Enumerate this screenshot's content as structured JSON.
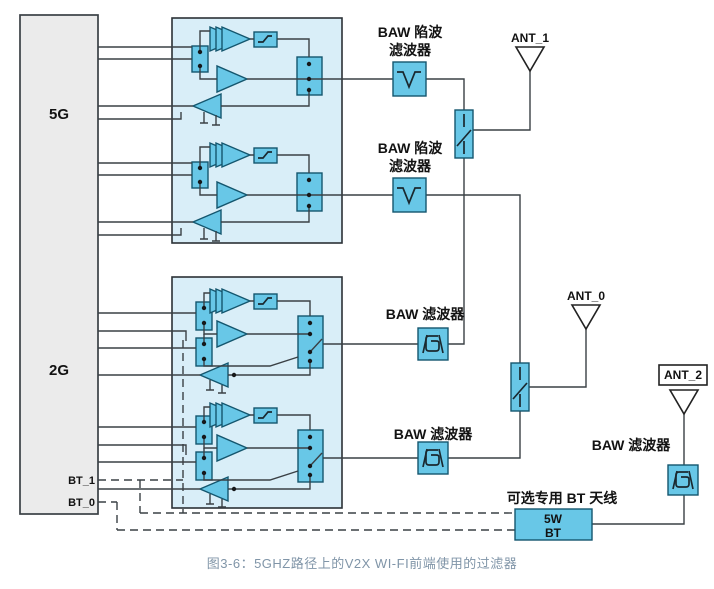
{
  "title": "RF front-end filter block diagram",
  "colors": {
    "component": "#68c7e7",
    "block": "#d9eef8",
    "chip": "#ebebeb",
    "wire": "#3a4045",
    "caption": "#8095a8"
  },
  "chip": {
    "label_5g": "5G",
    "label_2g": "2G",
    "bt1": "BT_1",
    "bt0": "BT_0"
  },
  "filters": {
    "notch_label_line1": "BAW 陷波",
    "notch_label_line2": "滤波器",
    "baw_label": "BAW 滤波器"
  },
  "antennas": {
    "ant1": "ANT_1",
    "ant0": "ANT_0",
    "ant2": "ANT_2"
  },
  "bt": {
    "optional_label": "可选专用 BT 天线",
    "box_line1": "5W",
    "box_line2": "BT"
  },
  "caption": "图3-6：5GHZ路径上的V2X WI-FI前端使用的过滤器",
  "icons": {
    "pa": "power-amplifier-icon",
    "lna": "lna-amplifier-icon",
    "sp2t": "switch-box-icon",
    "antenna_switch": "antenna-switch-icon",
    "notch": "notch-filter-icon",
    "baw": "baw-filter-icon",
    "antenna": "antenna-icon"
  }
}
